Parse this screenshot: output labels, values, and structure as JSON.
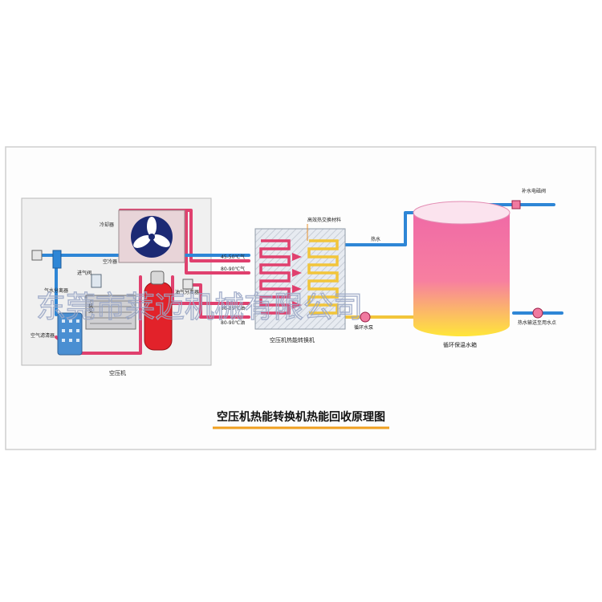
{
  "title": "空压机热能转换机热能回收原理图",
  "watermark": "东莞市莱迈机械有限公司",
  "colors": {
    "hot_pipe": "#e0406e",
    "cold_pipe": "#2e86d6",
    "warm_pipe": "#f2c53a",
    "tank_top": "#f06aa6",
    "tank_bottom": "#ffe63a",
    "title_underline": "#f0a020",
    "frame": "#cccccc"
  },
  "labels": {
    "cooler": "冷却器",
    "cooling_air": "空冷器",
    "oil_gas_separator": "气水分离器",
    "intake_valve": "进气阀",
    "air_filter": "空气滤清器",
    "head": "机头",
    "oil_separator": "油气分离器",
    "compressor": "空压机",
    "temp_45_50": "45-50℃气",
    "temp_80_90_gas": "80-90℃气",
    "temp_80_85": "80-85℃油",
    "temp_80_90_oil": "80-90℃油",
    "exchanger_material": "高效热交换材料",
    "exchanger": "空压机热能转换机",
    "hot_water": "热水",
    "circulation_pump": "循环水泵",
    "tank": "循环保温水箱",
    "makeup_valve": "补水电磁阀",
    "outlet": "热水输送至用水点"
  }
}
